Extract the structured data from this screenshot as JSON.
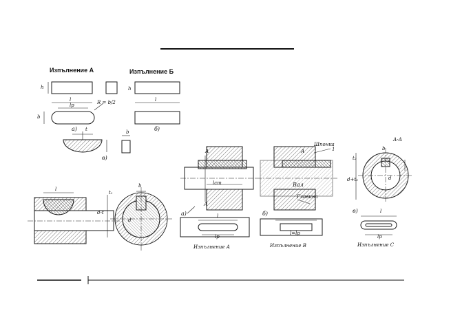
{
  "labels": {
    "variant_a_title": "Изпълнение А",
    "variant_b_title": "Изпълнение Б",
    "caption_a": "Изпълнение А",
    "caption_b": "Изпълнение В",
    "caption_c": "Изпълнение С",
    "part_key": "Шпонка",
    "part_shaft": "Вал",
    "part_hub": "Главина",
    "section_mark": "А-А",
    "fig_a1": "а)",
    "fig_b1": "б)",
    "fig_v1": "в)",
    "fig_a2": "а)",
    "fig_b2": "б)",
    "fig_v2": "в)",
    "dim_h": "h",
    "dim_b": "b",
    "dim_l": "l",
    "dim_lp": "lр",
    "dim_r": "R = b/2",
    "dim_t": "t",
    "dim_t1": "t₁",
    "dim_t2": "t₂",
    "dim_d_minus_t": "d-t",
    "dim_d_plus_t2": "d+t₂",
    "dim_d": "d",
    "dim_lcm": "lcm",
    "dim_l_eq": "l=lр",
    "callout_1": "1",
    "marker_a": "А"
  },
  "colors": {
    "ink": "#1a1a1a",
    "hatch": "#444444",
    "background": "#ffffff"
  }
}
